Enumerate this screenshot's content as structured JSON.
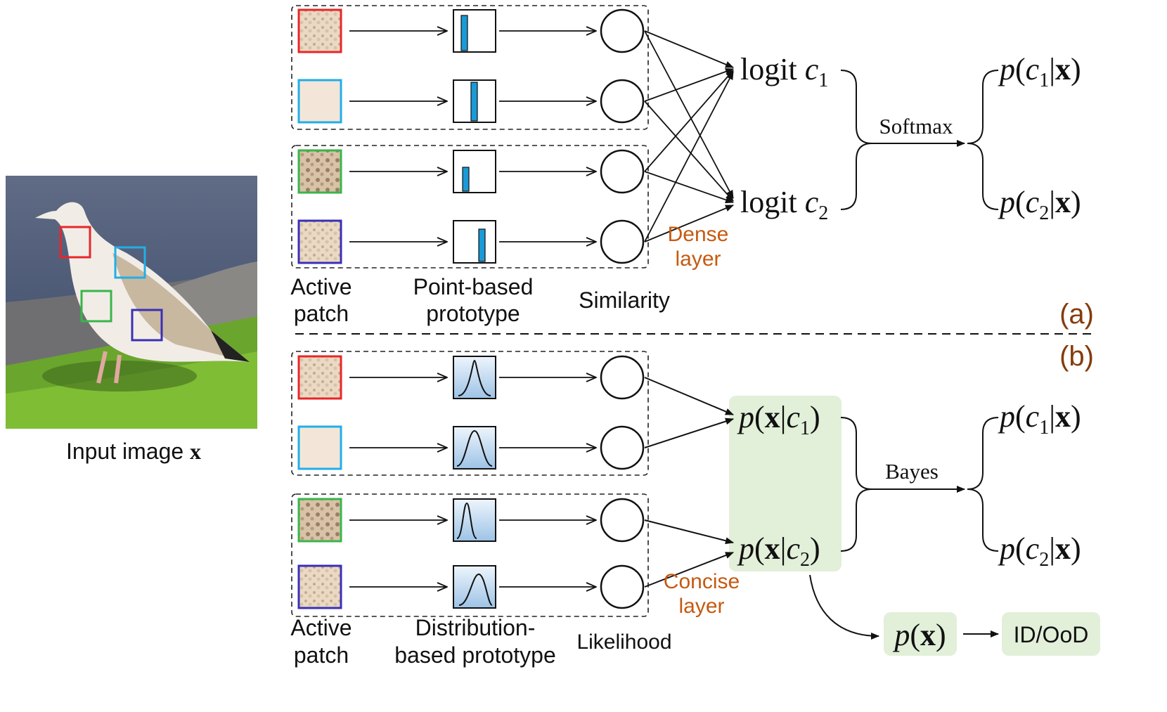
{
  "input_caption": {
    "text": "Input image ",
    "symbol": "x"
  },
  "panel_a": {
    "tag": "(a)",
    "column_labels": {
      "patch_1": "Active",
      "patch_2": "patch",
      "proto_1": "Point-based",
      "proto_2": "prototype",
      "score": "Similarity"
    },
    "layer_label_1": "Dense",
    "layer_label_2": "layer",
    "out_1": {
      "pre": "logit ",
      "c": "c",
      "sub": "1"
    },
    "out_2": {
      "pre": "logit ",
      "c": "c",
      "sub": "2"
    },
    "operator": "Softmax",
    "post_1": {
      "sub": "1"
    },
    "post_2": {
      "sub": "2"
    }
  },
  "panel_b": {
    "tag": "(b)",
    "column_labels": {
      "patch_1": "Active",
      "patch_2": "patch",
      "proto_1": "Distribution-",
      "proto_2": "based prototype",
      "score": "Likelihood"
    },
    "layer_label_1": "Concise",
    "layer_label_2": "layer",
    "lik_1": {
      "sub": "1"
    },
    "lik_2": {
      "sub": "2"
    },
    "operator": "Bayes",
    "post_1": {
      "sub": "1"
    },
    "post_2": {
      "sub": "2"
    },
    "marginal": "p(x)",
    "decision": "ID/OoD"
  },
  "colors": {
    "red": "#e8262a",
    "blue": "#22aee6",
    "green": "#39b54a",
    "purple": "#3a2fb8",
    "bar": "#1a9ad6",
    "green_box": "#e2efd9",
    "orange": "#c55a11",
    "brown": "#843c0c"
  }
}
